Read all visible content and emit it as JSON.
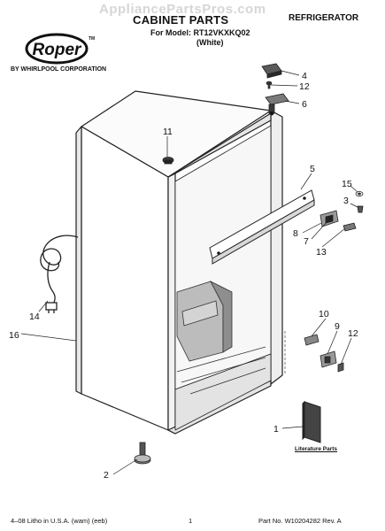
{
  "header": {
    "watermark": "AppliancePartsPros.com",
    "title": "CABINET PARTS",
    "model_line": "For Model: RT12VKXKQ02",
    "color_line": "(White)",
    "appliance": "REFRIGERATOR"
  },
  "brand": {
    "logo_text": "Roper",
    "trademark": "TM",
    "corporation": "BY WHIRLPOOL CORPORATION"
  },
  "callouts": [
    "4",
    "12",
    "6",
    "11",
    "5",
    "15",
    "3",
    "8",
    "7",
    "13",
    "14",
    "16",
    "10",
    "9",
    "12",
    "1",
    "2"
  ],
  "literature_label": "Literature Parts",
  "footer": {
    "left": "4–08 Litho in U.S.A. (wam) (eeb)",
    "page": "1",
    "part_no": "Part No. W10204282 Rev. A"
  }
}
